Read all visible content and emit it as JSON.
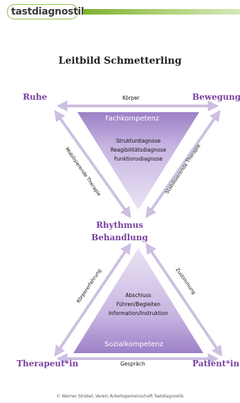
{
  "logo": {
    "text": "tastdiagnostik"
  },
  "title": "Leitbild Schmetterling",
  "top_triangle": {
    "corner_left": "Ruhe",
    "corner_right": "Bewegung",
    "top_edge": "Körper",
    "competence": "Fachkompetenz",
    "items": [
      "Strukturdiagnose",
      "Reagibilitätsdiagnose",
      "Funktionsdiagnose"
    ],
    "left_edge": "Mobilisierende Therapie",
    "right_edge": "Stabilisierende Therapie"
  },
  "center": {
    "line1": "Rhythmus",
    "line2": "Behandlung"
  },
  "bottom_triangle": {
    "left_edge": "Körpererfahrung",
    "right_edge": "Zustimmung",
    "items": [
      "Abschluss",
      "Führen/Begleiten",
      "Information/Instruktion"
    ],
    "competence": "Sozialkompetenz",
    "corner_left": "Therapeut*in",
    "corner_right": "Patient*in",
    "bottom_edge": "Gespräch"
  },
  "footer": "© Werner Strebel, Verein Arbeitsgemeinschaft Tastdiagnostik",
  "colors": {
    "accent": "#7b3fa0",
    "triangle_light": "#e6ddf1",
    "triangle_dark": "#a58bcb",
    "arrow": "#cdbfe2",
    "logo_green": "#8bbd3c"
  }
}
